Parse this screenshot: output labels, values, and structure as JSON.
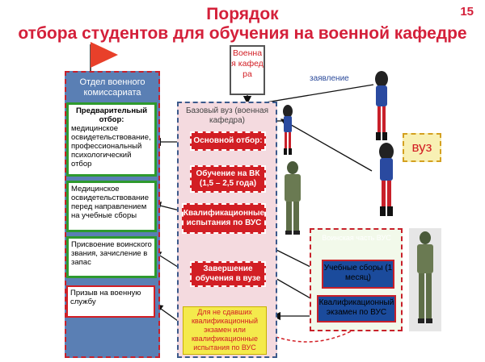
{
  "slide_number": "15",
  "title_line1": "Порядок",
  "title_line2": "отбора студентов для обучения на военной кафедре",
  "komissariat": {
    "title": "Отдел военного комиссариата",
    "box1_heading": "Предварительный отбор:",
    "box1_body": "медицинское освидетельствование, профессиональный психологический отбор",
    "box2": "Медицинское освидетельствование перед направлением на учебные сборы",
    "box3": "Присвоение воинского звания, зачисление в запас",
    "box4": "Призыв на военную службу"
  },
  "vuz_block": {
    "title": "Базовый вуз (военная кафедра)",
    "step1": "Основной отбор:",
    "step2": "Обучение на ВК (1,5 – 2,5 года)",
    "step3": "Квалификационные испытания по ВУС",
    "step4": "Завершение обучения в вузе"
  },
  "voennaya_kafedra": "Военная кафедра",
  "zayavlenie": "заявление",
  "vuz_label": "вуз",
  "vus_block": {
    "title": "Воинская часть ВУС",
    "sbory": "Учебные сборы (1 месяц)",
    "exam": "Квалификационный экзамен по ВУС"
  },
  "note": "Для не сдавших квалификационный экзамен или квалификационные испытания по ВУС",
  "colors": {
    "title": "#d4203a",
    "komissariat_bg": "#5a7fb4",
    "process_red": "#d21e24",
    "green_border": "#2e9a2e",
    "vus_blue": "#1b4b9c",
    "note_yellow": "#f4ea4c"
  }
}
